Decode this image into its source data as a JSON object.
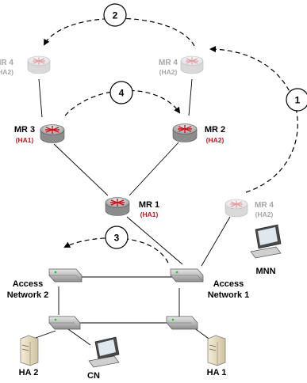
{
  "routers": {
    "mr4_top_left": {
      "name": "MR 4",
      "ha": "(HA2)"
    },
    "mr4_top_right": {
      "name": "MR 4",
      "ha": "(HA2)"
    },
    "mr3": {
      "name": "MR 3",
      "ha": "(HA1)"
    },
    "mr2": {
      "name": "MR 2",
      "ha": "(HA2)"
    },
    "mr1": {
      "name": "MR 1",
      "ha": "(HA1)"
    },
    "mr4_right": {
      "name": "MR 4",
      "ha": "(HA2)"
    }
  },
  "access_networks": {
    "an2": {
      "line1": "Access",
      "line2": "Network 2"
    },
    "an1": {
      "line1": "Access",
      "line2": "Network 1"
    }
  },
  "hosts": {
    "mnn": "MNN",
    "ha2": "HA 2",
    "cn": "CN",
    "ha1": "HA 1"
  },
  "steps": [
    "1",
    "2",
    "3",
    "4"
  ],
  "colors": {
    "router_active": "#8c8c8c",
    "router_ghost": "#d9d9d9",
    "home_agent_label": "#c8141e",
    "ghost_label": "#a6a6a6",
    "switch_body": "#9a9a9a",
    "server_body": "#e6dcc0"
  }
}
